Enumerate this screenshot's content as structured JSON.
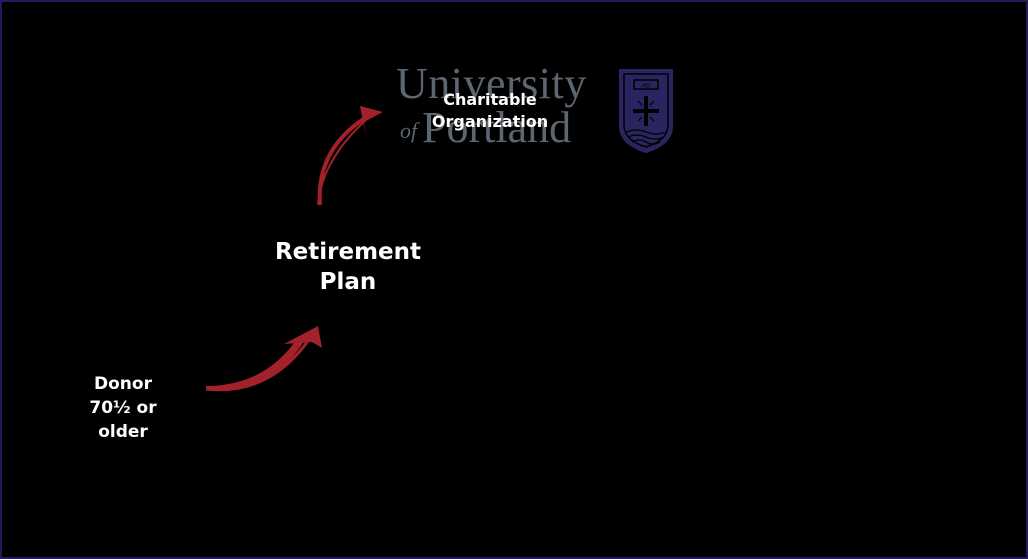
{
  "diagram": {
    "title": "",
    "nodes": [
      {
        "id": "donor",
        "label_lines": [
          "Donor",
          "70½ or",
          "older"
        ]
      },
      {
        "id": "retirement_plan",
        "label_lines": [
          "Retirement",
          "Plan"
        ]
      },
      {
        "id": "charitable_org",
        "label_lines": [
          "Charitable",
          "Organization"
        ]
      }
    ],
    "edges": [
      {
        "from": "donor",
        "to": "retirement_plan",
        "style": "curved-arrow"
      },
      {
        "from": "retirement_plan",
        "to": "charitable_org",
        "style": "curved-arrow"
      }
    ],
    "logo": {
      "line1": "University",
      "line2_prefix": "of",
      "line2": "Portland",
      "emblem": "shield-crest-icon"
    }
  },
  "colors": {
    "background": "#000000",
    "border": "#231a5e",
    "arrow": "#a3212a",
    "logo_text": "#5d6670",
    "shield": "#2a2560",
    "label_text": "#ffffff"
  }
}
